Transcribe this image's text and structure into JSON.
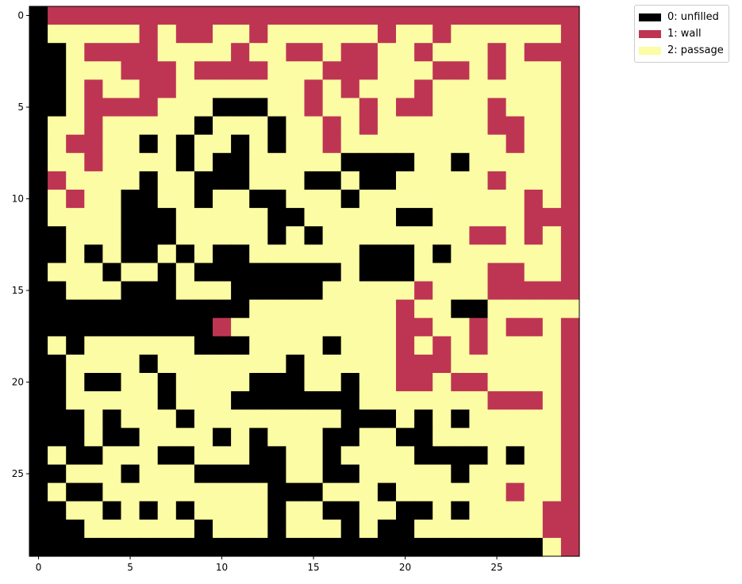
{
  "chart_data": {
    "type": "heatmap",
    "title": "",
    "xlabel": "",
    "ylabel": "",
    "x_ticks": [
      0,
      5,
      10,
      15,
      20,
      25
    ],
    "y_ticks": [
      0,
      5,
      10,
      15,
      20,
      25
    ],
    "colors": {
      "0": "#000000",
      "1": "#be3553",
      "2": "#fcfca4"
    },
    "legend_position": "upper-right-outside",
    "legend": [
      {
        "value": 0,
        "label": "0: unfilled"
      },
      {
        "value": 1,
        "label": "1: wall"
      },
      {
        "value": 2,
        "label": "2: passage"
      }
    ],
    "grid": [
      "011111111111111111111111111111",
      "022222121122122222212212222221",
      "002111122221221121122122212111",
      "002221112111122211122211212221",
      "002122112222222121222122222221",
      "002111122200022122121122212221",
      "022122222022202212122222211221",
      "021122020220202212222222221221",
      "022122220200222220000220222221",
      "012222022000222002002222212221",
      "021220022022002220222222222121",
      "022220002222200222220022222111",
      "002220002222202022222222112121",
      "002020020200222222000202222221",
      "022202202000000002000222211221",
      "002220002220000022222122211111",
      "000000000000222222221220022222",
      "000000000012222222221122121121",
      "020222222000222202221212122221",
      "002222022222220222221112222221",
      "002002202222000220221121122221",
      "002222202220000000222222211121",
      "000202220222222220002020222221",
      "000200222202022200220022222221",
      "020022200222002202222000020221",
      "002220222000002200222220222221",
      "020022222222200022202222221221",
      "002202020222202200220020222211",
      "000222222022202220200222222211",
      "000000000000000000000000000021"
    ]
  }
}
